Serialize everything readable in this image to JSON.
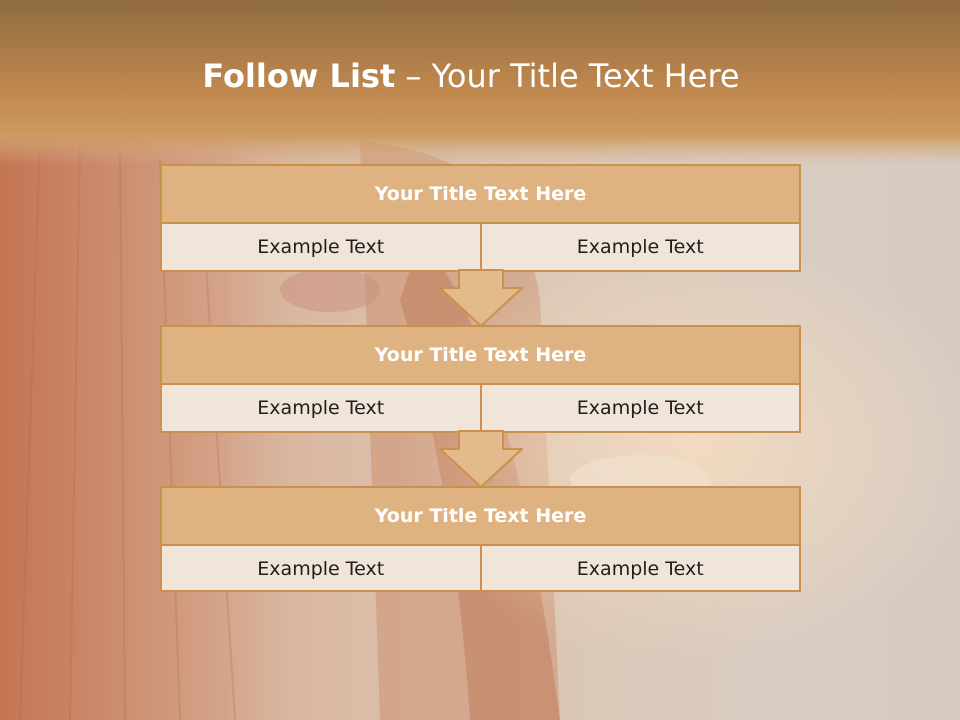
{
  "slide": {
    "title_bold": "Follow List",
    "title_rest": " – Your Title Text Here"
  },
  "steps": [
    {
      "title": "Your Title Text Here",
      "cells": [
        "Example Text",
        "Example Text"
      ]
    },
    {
      "title": "Your Title Text Here",
      "cells": [
        "Example Text",
        "Example Text"
      ]
    },
    {
      "title": "Your Title Text Here",
      "cells": [
        "Example Text",
        "Example Text"
      ]
    }
  ],
  "colors": {
    "header_band": "#c89155",
    "box_border": "#c8914e",
    "box_title_fill": "#dfb381",
    "box_body_fill": "#f1e4d8",
    "arrow_fill": "#e2ba8c"
  }
}
